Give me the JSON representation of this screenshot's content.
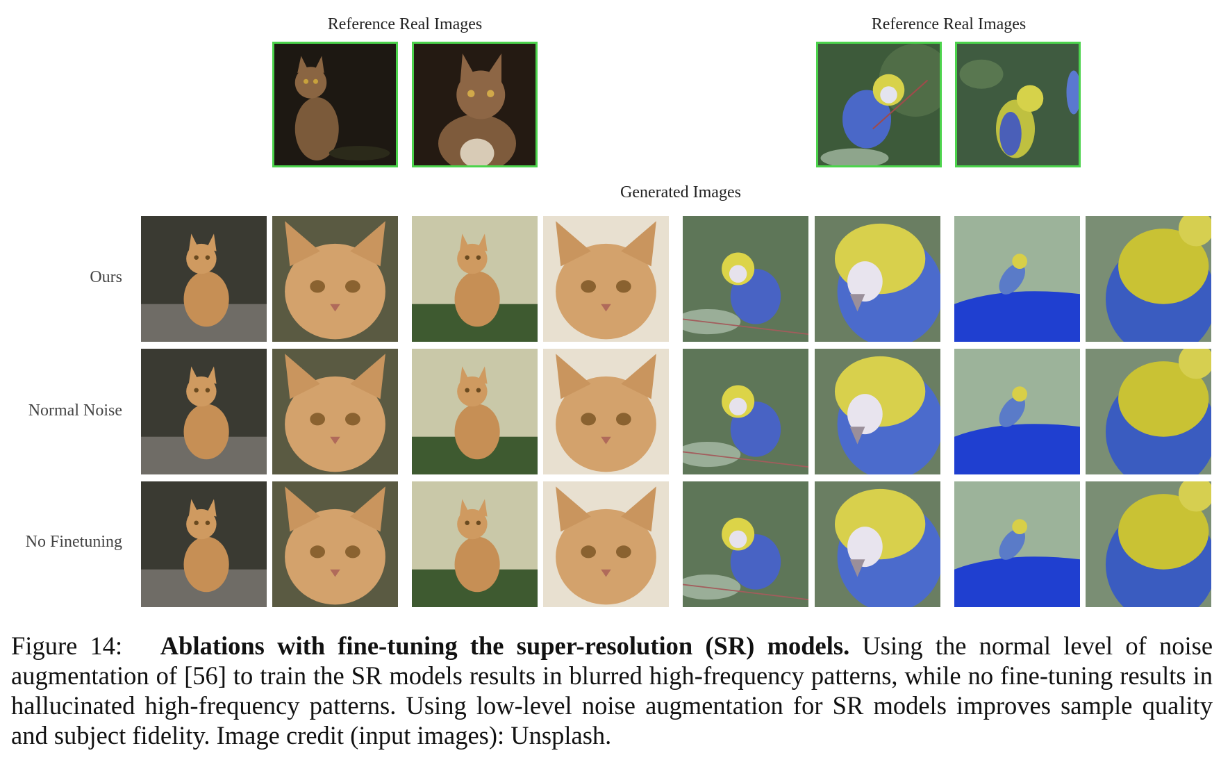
{
  "reference_label_left": "Reference Real Images",
  "reference_label_right": "Reference Real Images",
  "generated_label": "Generated Images",
  "rows": [
    "Ours",
    "Normal Noise",
    "No Finetuning"
  ],
  "caption": {
    "figure_number": "Figure 14:",
    "title": "Ablations with fine-tuning the super-resolution (SR) models.",
    "body": "Using the normal level of noise augmentation of [56] to train the SR models results in blurred high-frequency patterns, while no fine-tuning results in hallucinated high-frequency patterns. Using low-level noise augmentation for SR models improves sample quality and subject fidelity. Image credit (input images): Unsplash."
  },
  "colors": {
    "reference_border": "#4cd34c",
    "caption_text": "#111111"
  }
}
